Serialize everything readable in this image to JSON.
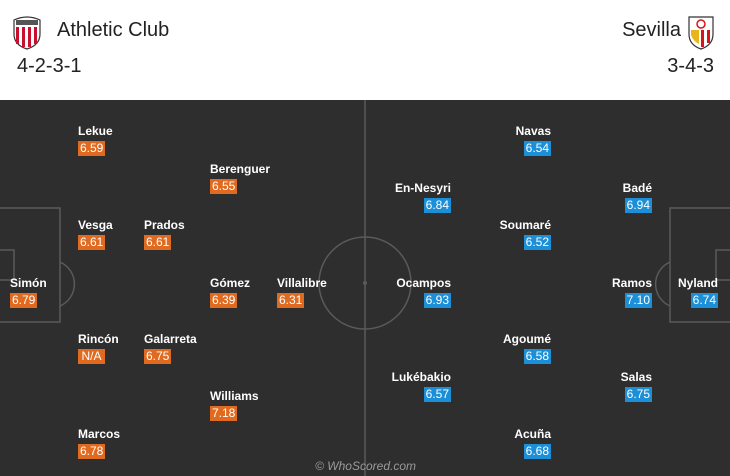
{
  "home": {
    "name": "Athletic Club",
    "formation": "4-2-3-1",
    "crest_icon": "athletic-club-crest",
    "color": "#e06a1f",
    "players": [
      {
        "name": "Lekue",
        "rating": "6.59"
      },
      {
        "name": "Berenguer",
        "rating": "6.55"
      },
      {
        "name": "Vesga",
        "rating": "6.61"
      },
      {
        "name": "Prados",
        "rating": "6.61"
      },
      {
        "name": "Simón",
        "rating": "6.79"
      },
      {
        "name": "Gómez",
        "rating": "6.39"
      },
      {
        "name": "Villalibre",
        "rating": "6.31"
      },
      {
        "name": "Rincón",
        "rating": "N/A"
      },
      {
        "name": "Galarreta",
        "rating": "6.75"
      },
      {
        "name": "Williams",
        "rating": "7.18"
      },
      {
        "name": "Marcos",
        "rating": "6.78"
      }
    ]
  },
  "away": {
    "name": "Sevilla",
    "formation": "3-4-3",
    "crest_icon": "sevilla-crest",
    "color": "#1b8fd8",
    "players": [
      {
        "name": "Navas",
        "rating": "6.54"
      },
      {
        "name": "En-Nesyri",
        "rating": "6.84"
      },
      {
        "name": "Badé",
        "rating": "6.94"
      },
      {
        "name": "Soumaré",
        "rating": "6.52"
      },
      {
        "name": "Ocampos",
        "rating": "6.93"
      },
      {
        "name": "Ramos",
        "rating": "7.10"
      },
      {
        "name": "Nyland",
        "rating": "6.74"
      },
      {
        "name": "Agoumé",
        "rating": "6.58"
      },
      {
        "name": "Lukébakio",
        "rating": "6.57"
      },
      {
        "name": "Salas",
        "rating": "6.75"
      },
      {
        "name": "Acuña",
        "rating": "6.68"
      }
    ]
  },
  "watermark": "© WhoScored.com"
}
